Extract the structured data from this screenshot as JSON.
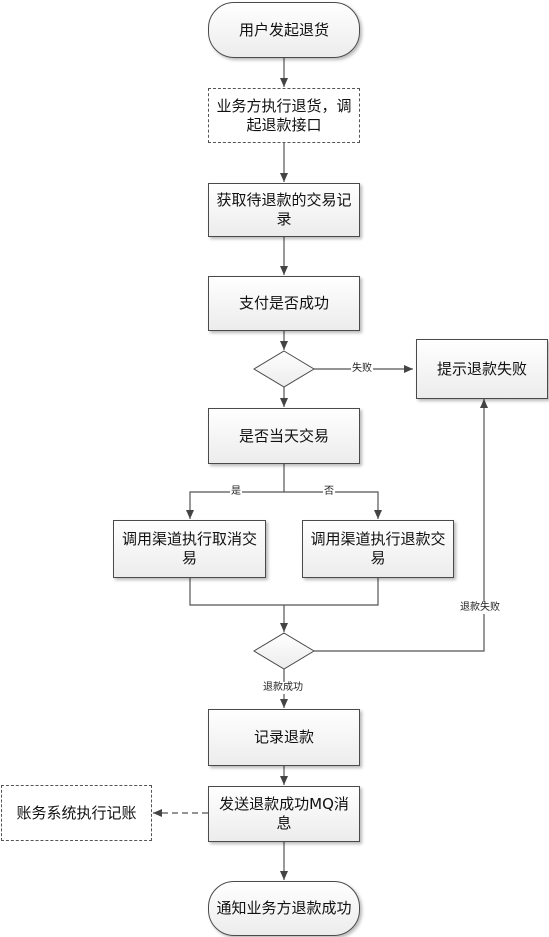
{
  "nodes": {
    "start": "用户发起退货",
    "invoke": "业务方执行退货，调起退款接口",
    "fetch": "获取待退款的交易记录",
    "paid": "支付是否成功",
    "fail": "提示退款失败",
    "same_day": "是否当天交易",
    "cancel": "调用渠道执行取消交易",
    "refund": "调用渠道执行退款交易",
    "record": "记录退款",
    "send_mq": "发送退款成功MQ消息",
    "accounting": "账务系统执行记账",
    "notify": "通知业务方退款成功"
  },
  "edges": {
    "paid_fail": "失败",
    "yes": "是",
    "no": "否",
    "refund_fail": "退款失败",
    "refund_ok": "退款成功"
  }
}
